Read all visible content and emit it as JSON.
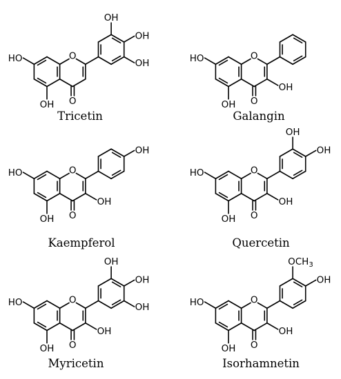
{
  "figure": {
    "molecules": [
      {
        "name": "Tricetin",
        "substituents": {
          "ho7": "HO",
          "oh5": "OH",
          "o_ring": "O",
          "o_keto": "O",
          "r3p": "OH",
          "r4p": "OH",
          "r5p": "OH"
        }
      },
      {
        "name": "Galangin",
        "substituents": {
          "ho7": "HO",
          "oh5": "OH",
          "o_ring": "O",
          "o_keto": "O",
          "oh3": "OH"
        }
      },
      {
        "name": "Kaempferol",
        "substituents": {
          "ho7": "HO",
          "oh5": "OH",
          "o_ring": "O",
          "o_keto": "O",
          "oh3": "OH",
          "r4p": "OH"
        }
      },
      {
        "name": "Quercetin",
        "substituents": {
          "ho7": "HO",
          "oh5": "OH",
          "o_ring": "O",
          "o_keto": "O",
          "oh3": "OH",
          "r3p": "OH",
          "r4p": "OH"
        }
      },
      {
        "name": "Myricetin",
        "substituents": {
          "ho7": "HO",
          "oh5": "OH",
          "o_ring": "O",
          "o_keto": "O",
          "oh3": "OH",
          "r3p": "OH",
          "r4p": "OH",
          "r5p": "OH"
        }
      },
      {
        "name": "Isorhamnetin",
        "substituents": {
          "ho7": "HO",
          "oh5": "OH",
          "o_ring": "O",
          "o_keto": "O",
          "oh3": "OH",
          "r3p_prefix": "OCH",
          "r3p_sub": "3",
          "r4p": "OH"
        }
      }
    ]
  }
}
